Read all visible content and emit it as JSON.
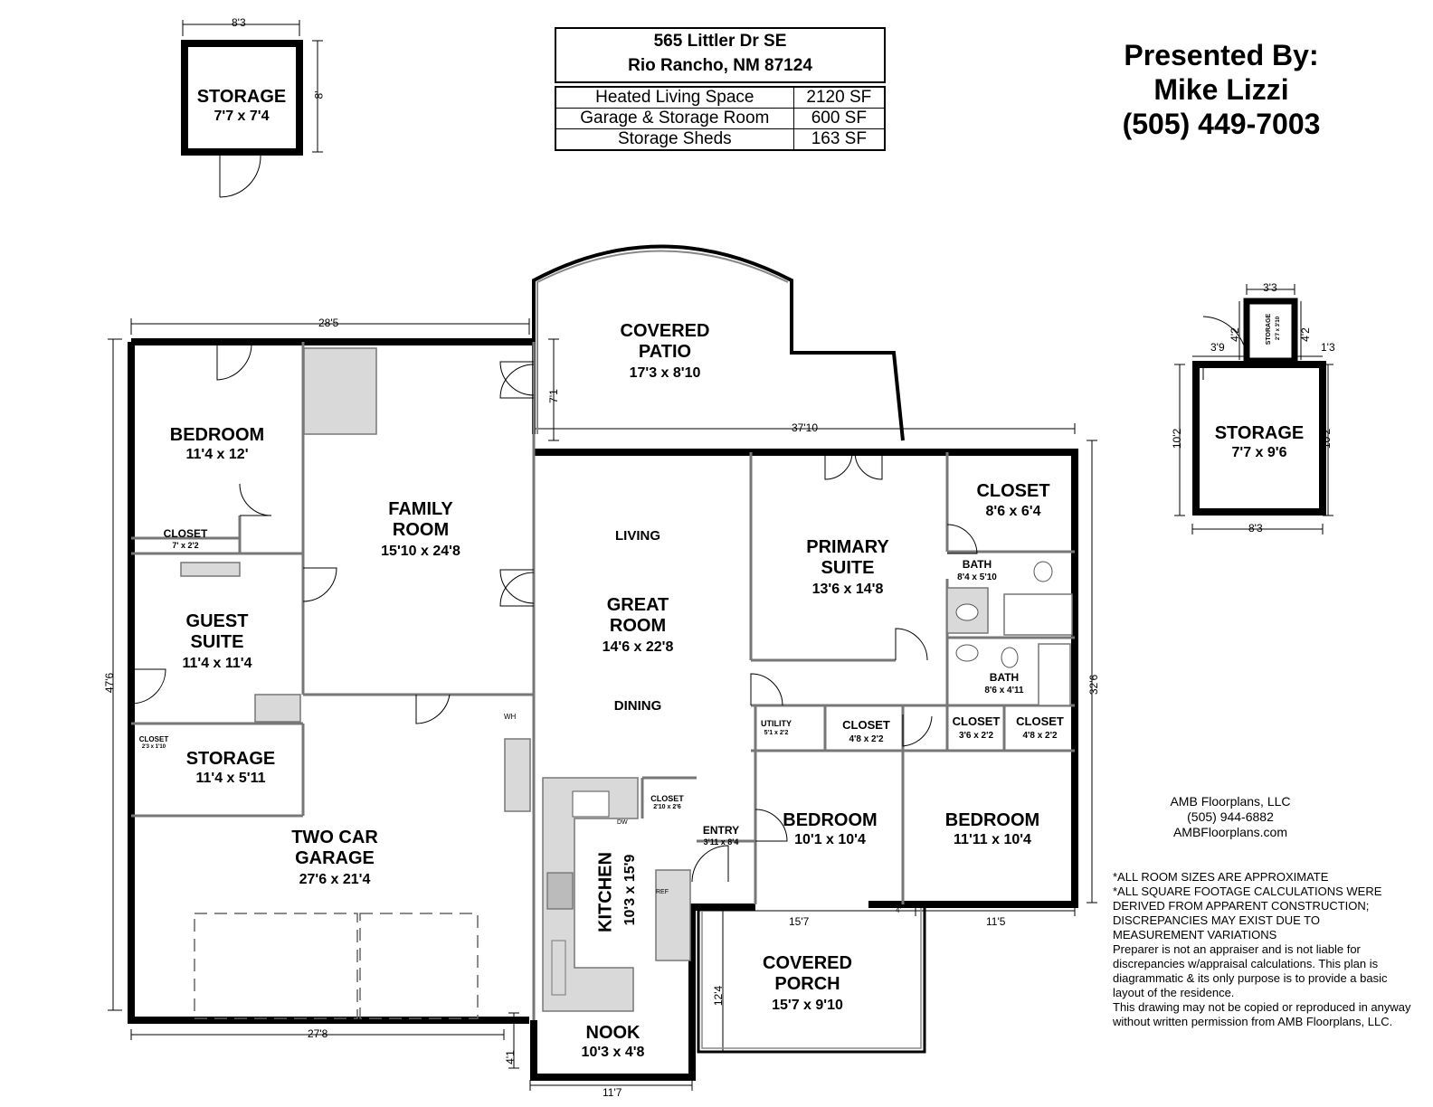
{
  "header": {
    "address_line1": "565 Littler Dr SE",
    "address_line2": "Rio Rancho, NM 87124"
  },
  "areas": [
    {
      "label": "Heated Living Space",
      "value": "2120 SF"
    },
    {
      "label": "Garage & Storage Room",
      "value": "600 SF"
    },
    {
      "label": "Storage Sheds",
      "value": "163 SF"
    }
  ],
  "presenter": {
    "line1": "Presented By:",
    "name": "Mike Lizzi",
    "phone": "(505) 449-7003"
  },
  "company": {
    "name": "AMB Floorplans, LLC",
    "phone": "(505) 944-6882",
    "website": "AMBFloorplans.com"
  },
  "disclaimer": {
    "line1": "*ALL ROOM SIZES ARE APPROXIMATE",
    "line2": "*ALL SQUARE FOOTAGE CALCULATIONS WERE DERIVED FROM APPARENT CONSTRUCTION; DISCREPANCIES MAY EXIST DUE TO MEASUREMENT VARIATIONS",
    "line3": "Preparer is not an appraiser and is not liable for discrepancies w/appraisal calculations.  This plan is diagrammatic & its only purpose is to provide a basic layout of the residence.",
    "line4": "This drawing may not be copied or reproduced in anyway without written permission from AMB Floorplans, LLC."
  },
  "rooms": {
    "storage_shed_left": {
      "name": "STORAGE",
      "size": "7'7 x 7'4"
    },
    "storage_shed_right": {
      "name": "STORAGE",
      "size": "7'7 x 9'6"
    },
    "storage_small": {
      "name": "STORAGE",
      "size": "2'7 x 3'10"
    },
    "covered_patio": {
      "name_1": "COVERED",
      "name_2": "PATIO",
      "size": "17'3 x 8'10"
    },
    "bedroom_nw": {
      "name": "BEDROOM",
      "size": "11'4 x 12'"
    },
    "closet_nw": {
      "name": "CLOSET",
      "size": "7' x 2'2"
    },
    "family_room": {
      "name_1": "FAMILY",
      "name_2": "ROOM",
      "size": "15'10 x 24'8"
    },
    "guest_suite": {
      "name_1": "GUEST",
      "name_2": "SUITE",
      "size": "11'4 x 11'4"
    },
    "closet_guest": {
      "name": "CLOSET",
      "size": "2'3 x 1'10"
    },
    "storage_room": {
      "name": "STORAGE",
      "size": "11'4 x 5'11"
    },
    "garage": {
      "name_1": "TWO CAR",
      "name_2": "GARAGE",
      "size": "27'6 x 21'4"
    },
    "living": {
      "name": "LIVING"
    },
    "great_room": {
      "name_1": "GREAT",
      "name_2": "ROOM",
      "size": "14'6 x 22'8"
    },
    "dining": {
      "name": "DINING"
    },
    "primary_suite": {
      "name_1": "PRIMARY",
      "name_2": "SUITE",
      "size": "13'6 x 14'8"
    },
    "closet_primary": {
      "name": "CLOSET",
      "size": "8'6 x 6'4"
    },
    "bath_primary": {
      "name": "BATH",
      "size": "8'4 x 5'10"
    },
    "bath_hall": {
      "name": "BATH",
      "size": "8'6 x 4'11"
    },
    "utility": {
      "name": "UTILITY",
      "size": "5'1 x 2'2"
    },
    "closet_bed1": {
      "name": "CLOSET",
      "size": "4'8 x 2'2"
    },
    "closet_hall": {
      "name": "CLOSET",
      "size": "3'6 x 2'2"
    },
    "closet_bed2": {
      "name": "CLOSET",
      "size": "4'8 x 2'2"
    },
    "bedroom_1": {
      "name": "BEDROOM",
      "size": "10'1 x 10'4"
    },
    "bedroom_2": {
      "name": "BEDROOM",
      "size": "11'11 x 10'4"
    },
    "closet_kitchen": {
      "name": "CLOSET",
      "size": "2'10 x 2'6"
    },
    "entry": {
      "name": "ENTRY",
      "size": "3'11 x 8'4"
    },
    "kitchen": {
      "name": "KITCHEN",
      "size": "10'3 x 15'9"
    },
    "nook": {
      "name": "NOOK",
      "size": "10'3 x 4'8"
    },
    "covered_porch": {
      "name_1": "COVERED",
      "name_2": "PORCH",
      "size": "15'7 x 9'10"
    }
  },
  "fixtures": {
    "water_heater": "WH",
    "dishwasher": "DW",
    "refrigerator": "REF"
  },
  "dimensions": {
    "shed_left_width": "8'3",
    "shed_left_depth": "8'",
    "house_top_width": "28'5",
    "house_left_depth": "47'6",
    "patio_depth": "7'1",
    "mid_width": "37'10",
    "right_depth": "32'6",
    "garage_width": "27'8",
    "nook_offset": "4'1",
    "nook_width": "11'7",
    "porch_depth": "12'4",
    "porch_width": "15'7",
    "bed2_width": "11'5",
    "porch_offset": "4'",
    "shed_right_top": "3'3",
    "shed_right_small_left": "4'2",
    "shed_right_small_right": "4'2",
    "shed_right_offset_left": "3'9",
    "shed_right_offset_right": "1'3",
    "shed_right_left_depth": "10'2",
    "shed_right_right_depth": "10'2",
    "shed_right_bottom": "8'3"
  },
  "colors": {
    "wall": "#000000",
    "interior_wall": "#777777",
    "counter": "#d9d9d9"
  }
}
